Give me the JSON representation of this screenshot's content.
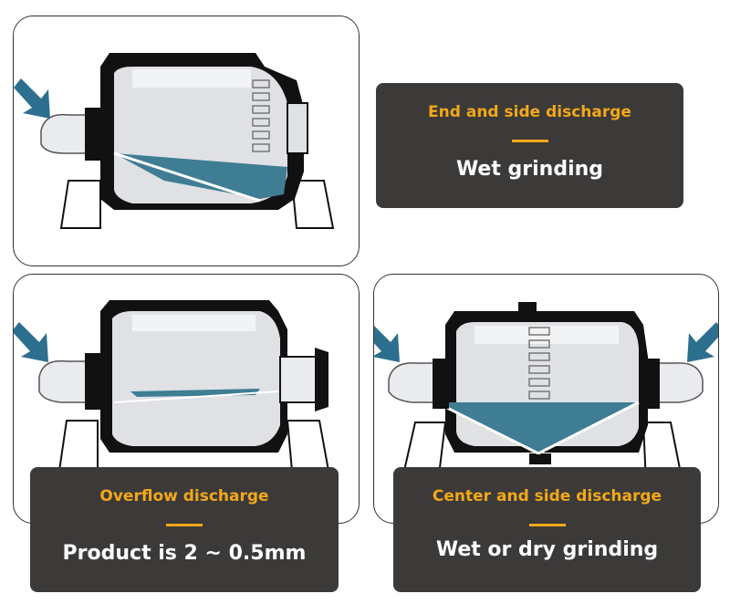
{
  "accent_color": "#f2a818",
  "slurry_color": "#3e7d93",
  "arrow_color": "#2d6f8e",
  "panels": [
    {
      "title": "End and side discharge",
      "subtitle": "Wet grinding"
    },
    {
      "title": "Overflow discharge",
      "subtitle": "Product is 2 ~ 0.5mm"
    },
    {
      "title": "Center and side discharge",
      "subtitle": "Wet or dry grinding"
    }
  ]
}
